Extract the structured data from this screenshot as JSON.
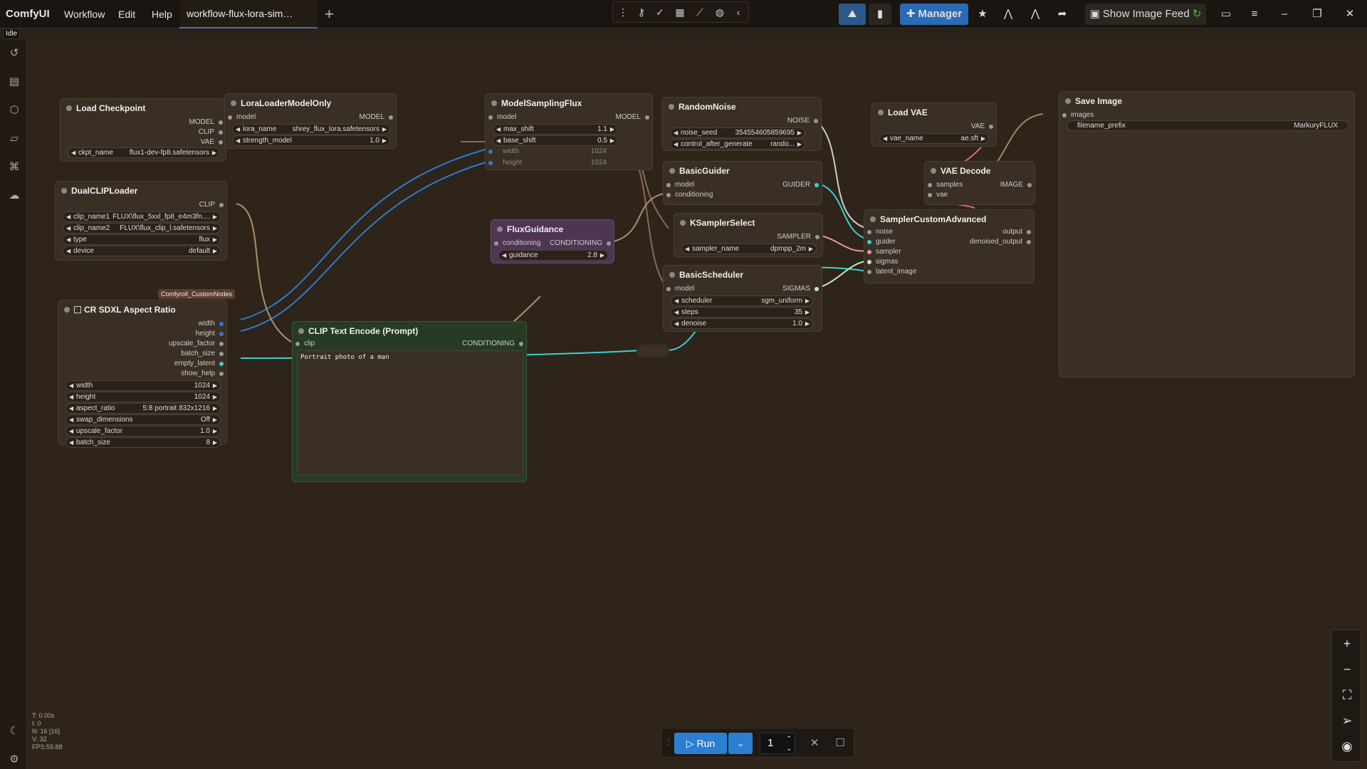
{
  "app": {
    "brand": "ComfyUI",
    "menu": [
      "Workflow",
      "Edit",
      "Help"
    ],
    "active_tab": "workflow-flux-lora-sim…",
    "status": "Idle"
  },
  "toolbar": {
    "manager_label": "Manager",
    "image_feed_label": "Show Image Feed"
  },
  "nodes": {
    "load_checkpoint": {
      "title": "Load Checkpoint",
      "outputs": [
        "MODEL",
        "CLIP",
        "VAE"
      ],
      "widgets": [
        {
          "label": "ckpt_name",
          "value": "flux1-dev-fp8.safetensors"
        }
      ]
    },
    "lora_loader": {
      "title": "LoraLoaderModelOnly",
      "input": "model",
      "output": "MODEL",
      "widgets": [
        {
          "label": "lora_name",
          "value": "shrey_flux_lora.safetensors"
        },
        {
          "label": "strength_model",
          "value": "1.0"
        }
      ]
    },
    "model_sampling_flux": {
      "title": "ModelSamplingFlux",
      "input": "model",
      "output": "MODEL",
      "widgets": [
        {
          "label": "max_shift",
          "value": "1.1"
        },
        {
          "label": "base_shift",
          "value": "0.5"
        }
      ],
      "converted": [
        {
          "label": "width",
          "value": "1024"
        },
        {
          "label": "height",
          "value": "1024"
        }
      ]
    },
    "random_noise": {
      "title": "RandomNoise",
      "output": "NOISE",
      "widgets": [
        {
          "label": "noise_seed",
          "value": "354554605859695"
        },
        {
          "label": "control_after_generate",
          "value": "rando..."
        }
      ]
    },
    "load_vae": {
      "title": "Load VAE",
      "output": "VAE",
      "widgets": [
        {
          "label": "vae_name",
          "value": "ae.sft"
        }
      ]
    },
    "save_image": {
      "title": "Save Image",
      "input": "images",
      "widgets": [
        {
          "label": "filename_prefix",
          "value": "MarkuryFLUX"
        }
      ]
    },
    "dual_clip": {
      "title": "DualCLIPLoader",
      "output": "CLIP",
      "widgets": [
        {
          "label": "clip_name1",
          "value": "FLUX\\flux_5xxl_fp8_e4m3fn...."
        },
        {
          "label": "clip_name2",
          "value": "FLUX\\flux_clip_l.safetensors"
        },
        {
          "label": "type",
          "value": "flux"
        },
        {
          "label": "device",
          "value": "default"
        }
      ]
    },
    "basic_guider": {
      "title": "BasicGuider",
      "inputs": [
        "model",
        "conditioning"
      ],
      "output": "GUIDER"
    },
    "vae_decode": {
      "title": "VAE Decode",
      "inputs": [
        "samples",
        "vae"
      ],
      "output": "IMAGE"
    },
    "flux_guidance": {
      "title": "FluxGuidance",
      "input": "conditioning",
      "output": "CONDITIONING",
      "widgets": [
        {
          "label": "guidance",
          "value": "2.8"
        }
      ]
    },
    "ksampler_select": {
      "title": "KSamplerSelect",
      "output": "SAMPLER",
      "widgets": [
        {
          "label": "sampler_name",
          "value": "dpmpp_2m"
        }
      ]
    },
    "sampler_custom_advanced": {
      "title": "SamplerCustomAdvanced",
      "inputs": [
        "noise",
        "guider",
        "sampler",
        "sigmas",
        "latent_image"
      ],
      "outputs": [
        "output",
        "denoised_output"
      ]
    },
    "basic_scheduler": {
      "title": "BasicScheduler",
      "input": "model",
      "output": "SIGMAS",
      "widgets": [
        {
          "label": "scheduler",
          "value": "sgm_uniform"
        },
        {
          "label": "steps",
          "value": "35"
        },
        {
          "label": "denoise",
          "value": "1.0"
        }
      ]
    },
    "cr_aspect": {
      "title": "CR SDXL Aspect Ratio",
      "badge": "Comfyroll_CustomNodes",
      "outputs": [
        "width",
        "height",
        "upscale_factor",
        "batch_size",
        "empty_latent",
        "show_help"
      ],
      "widgets": [
        {
          "label": "width",
          "value": "1024"
        },
        {
          "label": "height",
          "value": "1024"
        },
        {
          "label": "aspect_ratio",
          "value": "5:8 portrait 832x1216"
        },
        {
          "label": "swap_dimensions",
          "value": "Off"
        },
        {
          "label": "upscale_factor",
          "value": "1.0"
        },
        {
          "label": "batch_size",
          "value": "8"
        }
      ]
    },
    "clip_text": {
      "title": "CLIP Text Encode (Prompt)",
      "input": "clip",
      "output": "CONDITIONING",
      "text": "Portrait photo of a man"
    }
  },
  "stats": [
    "T: 0.00s",
    "I: 0",
    "N: 16 [16]",
    "V: 32",
    "FPS:59.88"
  ],
  "run": {
    "label": "Run",
    "count": "1"
  }
}
